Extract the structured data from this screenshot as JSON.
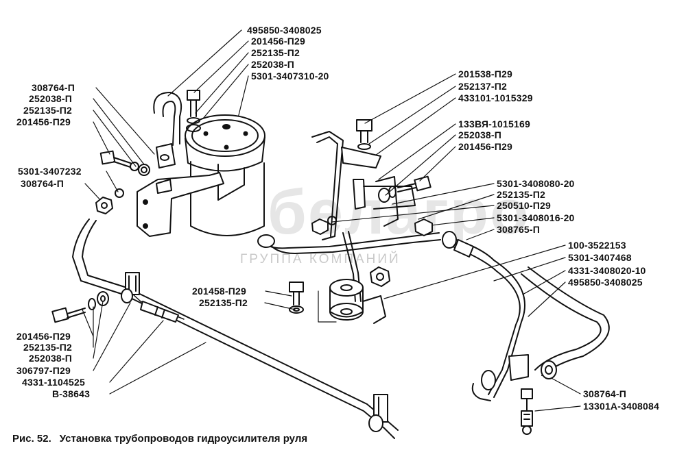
{
  "watermark": {
    "brand": "белагро",
    "subtitle": "ГРУППА КОМПАНИЙ"
  },
  "caption": {
    "figure": "Рис. 52.",
    "title": "Установка трубопроводов гидроусилителя руля"
  },
  "labels": {
    "l1": "495850-3408025",
    "l2": "201456-П29",
    "l3": "252135-П2",
    "l4": "252038-П",
    "l5": "5301-3407310-20",
    "l6": "308764-П",
    "l7": "252038-П",
    "l8": "252135-П2",
    "l9": "201456-П29",
    "l10": "5301-3407232",
    "l11": "308764-П",
    "l12": "201538-П29",
    "l13": "252137-П2",
    "l14": "433101-1015329",
    "l15": "133ВЯ-1015169",
    "l16": "252038-П",
    "l17": "201456-П29",
    "l18": "5301-3408080-20",
    "l19": "252135-П2",
    "l20": "250510-П29",
    "l21": "5301-3408016-20",
    "l22": "308765-П",
    "l23": "100-3522153",
    "l24": "5301-3407468",
    "l25": "4331-3408020-10",
    "l26": "495850-3408025",
    "l27": "201458-П29",
    "l28": "252135-П2",
    "l29": "201456-П29",
    "l30": "252135-П2",
    "l31": "252038-П",
    "l32": "306797-П29",
    "l33": "4331-1104525",
    "l34": "В-38643",
    "l35": "308764-П",
    "l36": "13301А-3408084"
  }
}
